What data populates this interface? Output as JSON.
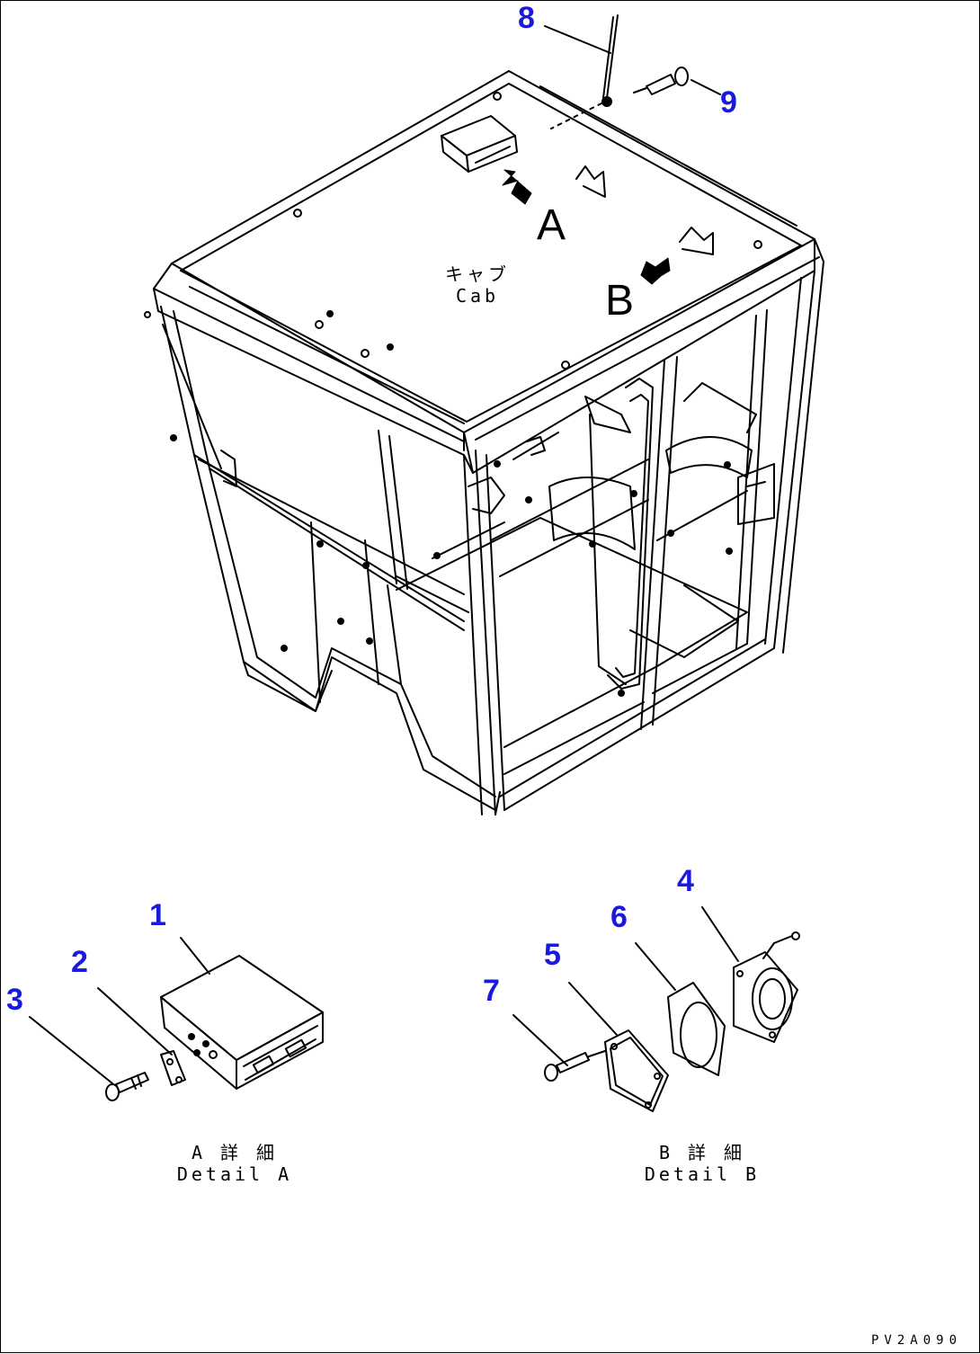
{
  "callouts": [
    {
      "id": "1",
      "label": "1"
    },
    {
      "id": "2",
      "label": "2"
    },
    {
      "id": "3",
      "label": "3"
    },
    {
      "id": "4",
      "label": "4"
    },
    {
      "id": "5",
      "label": "5"
    },
    {
      "id": "6",
      "label": "6"
    },
    {
      "id": "7",
      "label": "7"
    },
    {
      "id": "8",
      "label": "8"
    },
    {
      "id": "9",
      "label": "9"
    }
  ],
  "labels": {
    "view_a": "A",
    "view_b": "B",
    "cab_jp": "キャブ",
    "cab_en": "Cab",
    "detail_a_jp": "A 詳 細",
    "detail_a_en": "Detail A",
    "detail_b_jp": "B 詳 細",
    "detail_b_en": "Detail B",
    "drawing_code": "PV2A090"
  },
  "colors": {
    "callout": "#1a1adf",
    "line": "#000000"
  }
}
